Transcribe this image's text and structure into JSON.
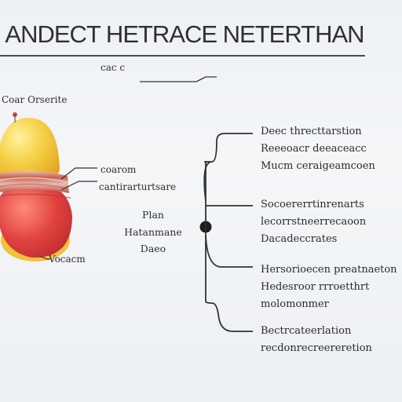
{
  "title": "ANDECT HETRACE NETERTHAN",
  "subtitle": "cac c",
  "egg_labels": {
    "top": "Coar Orserite",
    "mid1": "coarom",
    "mid2": "cantirarturtsare",
    "bottom": "Vocacm"
  },
  "center_label": {
    "line1": "Plan",
    "line2": "Hatanmane",
    "line3": "Daeo"
  },
  "branches": [
    {
      "line1": "Deec threcttarstion",
      "line2": "Reeeoacr deeaceacc",
      "line3": "Mucm ceraigeamcoen"
    },
    {
      "line1": "Socoererrtinrenarts",
      "line2": "lecorrstneerrecaoon",
      "line3": "Dacadeccrates"
    },
    {
      "line1": "Hersorioecen preatnaeton",
      "line2": "Hedesroor rrroetthrt",
      "line3": "molomonmer"
    },
    {
      "line1": "Bectrcateerlation",
      "line2": "recdonrecreereretion"
    }
  ],
  "colors": {
    "egg_yellow": "#f2c43a",
    "egg_red": "#d9333a",
    "band_red": "#c8605a",
    "line": "#2a2a2a"
  }
}
